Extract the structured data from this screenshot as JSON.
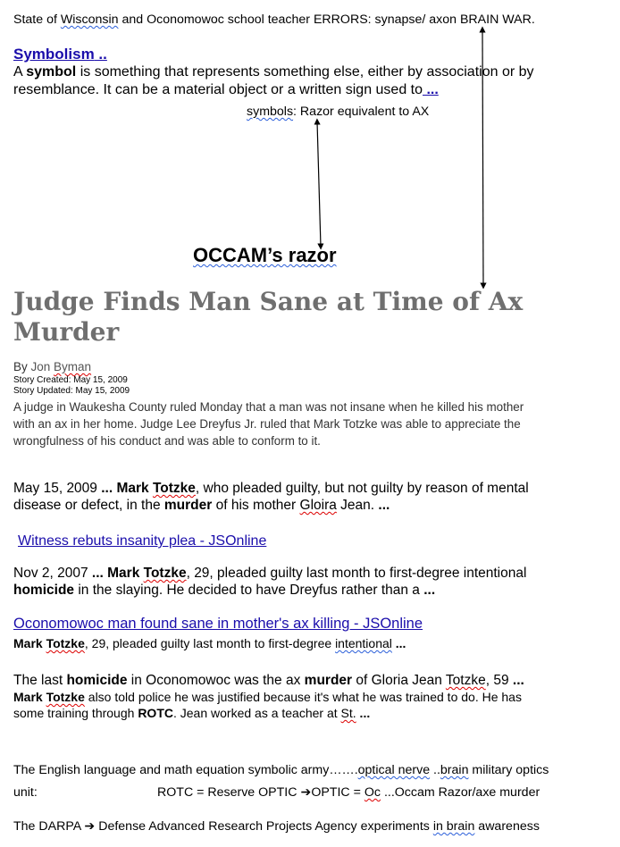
{
  "header_line": {
    "prefix": "State of ",
    "wisconsin": "Wisconsin",
    "and": " and  ",
    "school": "Oconomowoc school teacher ERRORS:  synapse/  axon BRAIN WAR."
  },
  "symbolism": {
    "link": "Symbolism",
    "link_suffix": " ..",
    "line1_a": "A ",
    "line1_b": "symbol",
    "line1_c": " is something that represents something else, either by association or by",
    "line2_a": "resemblance. It can be a material object or a written sign used to",
    "line2_b": " ...",
    "symbols_word": "symbols",
    "symbols_rest": ":  Razor equivalent  to AX"
  },
  "occam": {
    "word": "OCCAM",
    "rest": "’s  razor"
  },
  "article": {
    "title_line1": "Judge Finds Man Sane at Time of Ax",
    "title_line2": "Murder",
    "by": "By ",
    "author_first": "Jon ",
    "author_last": "Byman",
    "created": "Story Created: May 15, 2009",
    "updated": "Story Updated: May 15, 2009",
    "body1": "A judge in Waukesha County ruled Monday that a man was not insane when he killed his mother",
    "body2": "with an ax in her home.  Judge Lee Dreyfus Jr. ruled that Mark Totzke was able to appreciate the",
    "body3_a": "wrongfulness of his conduct and was able to conform to it."
  },
  "snippet1": {
    "a": "May 15, 2009 ",
    "b": "... Mark ",
    "c": "Totzke",
    "d": ", who pleaded guilty, but not guilty by reason of mental",
    "e": "disease or defect, in the ",
    "f": "murder",
    "g": " of his mother ",
    "h": "Gloira",
    "i": " Jean. ",
    "j": "..."
  },
  "link1": "Witness rebuts insanity plea - JSOnline",
  "snippet2": {
    "a": "Nov 2, 2007 ",
    "b": "... Mark ",
    "c": "Totzke",
    "d": ", 29, pleaded guilty last month to first-degree intentional",
    "e": "homicide",
    "f": " in the slaying. He decided to have Dreyfus rather than a ",
    "g": "..."
  },
  "link2": "Oconomowoc man found sane in mother's ax killing - JSOnline",
  "snippet3": {
    "a": "Mark ",
    "b": "Totzke",
    "c": ", 29, pleaded guilty last month to first-degree ",
    "d": "intentional",
    "e": " ..."
  },
  "snippet4": {
    "a": "The last ",
    "b": "homicide",
    "c": " in Oconomowoc was the ax ",
    "d": "murder",
    "e": " of Gloria Jean ",
    "f": "Totzke",
    "g": ", 59 ",
    "h": "...",
    "i": "Mark ",
    "j": "Totzke",
    "k": " also told police he was justified because it's what he was trained to do. He has",
    "l": "some training through ",
    "m": "ROTC",
    "n": ". Jean worked as a teacher at ",
    "o": "St.",
    "p": " ..."
  },
  "english": {
    "line1_a": "The English language and math equation symbolic army…….",
    "line1_b": "optical  nerve",
    "line1_c": " ..",
    "line1_d": "brain",
    "line1_e": " military  optics",
    "line2_a": "unit:",
    "line2_b": "ROTC =  Reserve  OPTIC  ",
    "arrow": "➔",
    "line2_c": "OPTIC = ",
    "line2_d": "Oc",
    "line2_e": "  ...Occam Razor/axe  murder"
  },
  "darpa": {
    "a": "The DARPA ",
    "arrow": "➔",
    "b": " Defense Advanced Research Projects Agency experiments ",
    "c": "in  brain",
    "d": "  awareness"
  }
}
